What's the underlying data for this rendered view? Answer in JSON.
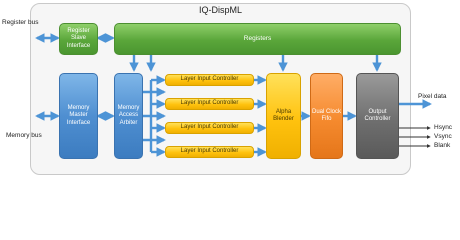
{
  "title": "IQ-DispML",
  "external": {
    "register_bus": "Register bus",
    "memory_bus": "Memory bus",
    "pixel_data": "Pixel data",
    "hsync": "Hsync",
    "vsync": "Vsync",
    "blank": "Blank"
  },
  "blocks": {
    "register_slave_interface": "Register Slave Interface",
    "registers": "Registers",
    "memory_master_interface": "Memory Master Interface",
    "memory_access_arbiter": "Memory Access Arbiter",
    "layer_input_controller": "Layer Input Controller",
    "alpha_blender": "Alpha Blender",
    "dual_clock_fifo": "Dual Clock Fifo",
    "output_controller": "Output Controller"
  },
  "colors": {
    "green": "#5aa63a",
    "blue": "#4f8fd1",
    "yellow": "#ffc20e",
    "orange": "#f58a2e",
    "gray": "#6f6f6f",
    "arrow": "#4d94d6"
  }
}
